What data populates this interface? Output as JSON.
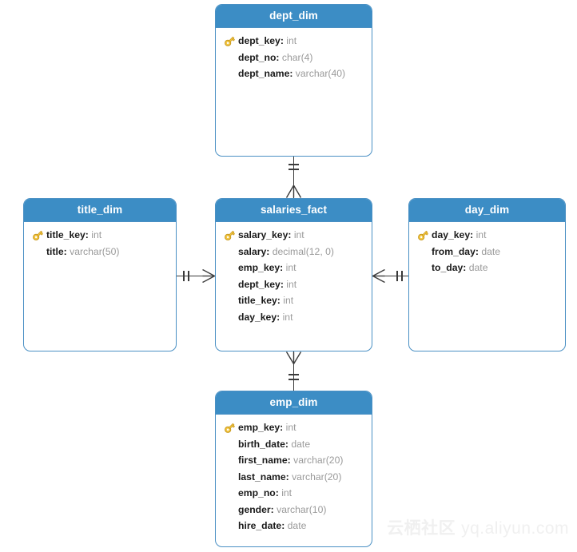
{
  "diagram": {
    "type": "entity-relationship-diagram",
    "notation": "crow's-foot",
    "background": "#ffffff",
    "header_color": "#3c8dc5",
    "border_color": "#4a90c4",
    "key_icon_color": "#f0c040",
    "type_text_color": "#9a9a9a"
  },
  "watermark": {
    "cn": "云栖社区",
    "domain": "yq.aliyun.com"
  },
  "tables": [
    {
      "id": "dept_dim",
      "name": "dept_dim",
      "fields": [
        {
          "name": "dept_key",
          "type": "int",
          "pk": true
        },
        {
          "name": "dept_no",
          "type": "char(4)",
          "pk": false
        },
        {
          "name": "dept_name",
          "type": "varchar(40)",
          "pk": false
        }
      ]
    },
    {
      "id": "title_dim",
      "name": "title_dim",
      "fields": [
        {
          "name": "title_key",
          "type": "int",
          "pk": true
        },
        {
          "name": "title",
          "type": "varchar(50)",
          "pk": false
        }
      ]
    },
    {
      "id": "salaries_fact",
      "name": "salaries_fact",
      "fields": [
        {
          "name": "salary_key",
          "type": "int",
          "pk": true
        },
        {
          "name": "salary",
          "type": "decimal(12, 0)",
          "pk": false
        },
        {
          "name": "emp_key",
          "type": "int",
          "pk": false
        },
        {
          "name": "dept_key",
          "type": "int",
          "pk": false
        },
        {
          "name": "title_key",
          "type": "int",
          "pk": false
        },
        {
          "name": "day_key",
          "type": "int",
          "pk": false
        }
      ]
    },
    {
      "id": "day_dim",
      "name": "day_dim",
      "fields": [
        {
          "name": "day_key",
          "type": "int",
          "pk": true
        },
        {
          "name": "from_day",
          "type": "date",
          "pk": false
        },
        {
          "name": "to_day",
          "type": "date",
          "pk": false
        }
      ]
    },
    {
      "id": "emp_dim",
      "name": "emp_dim",
      "fields": [
        {
          "name": "emp_key",
          "type": "int",
          "pk": true
        },
        {
          "name": "birth_date",
          "type": "date",
          "pk": false
        },
        {
          "name": "first_name",
          "type": "varchar(20)",
          "pk": false
        },
        {
          "name": "last_name",
          "type": "varchar(20)",
          "pk": false
        },
        {
          "name": "emp_no",
          "type": "int",
          "pk": false
        },
        {
          "name": "gender",
          "type": "varchar(10)",
          "pk": false
        },
        {
          "name": "hire_date",
          "type": "date",
          "pk": false
        }
      ]
    }
  ],
  "relationships": [
    {
      "id": "rel-dept-salaries",
      "from": "dept_dim",
      "to": "salaries_fact",
      "from_cardinality": "one-and-only-one",
      "to_cardinality": "many"
    },
    {
      "id": "rel-title-salaries",
      "from": "title_dim",
      "to": "salaries_fact",
      "from_cardinality": "one-and-only-one",
      "to_cardinality": "many"
    },
    {
      "id": "rel-day-salaries",
      "from": "day_dim",
      "to": "salaries_fact",
      "from_cardinality": "one-and-only-one",
      "to_cardinality": "many"
    },
    {
      "id": "rel-emp-salaries",
      "from": "emp_dim",
      "to": "salaries_fact",
      "from_cardinality": "one-and-only-one",
      "to_cardinality": "many"
    }
  ]
}
